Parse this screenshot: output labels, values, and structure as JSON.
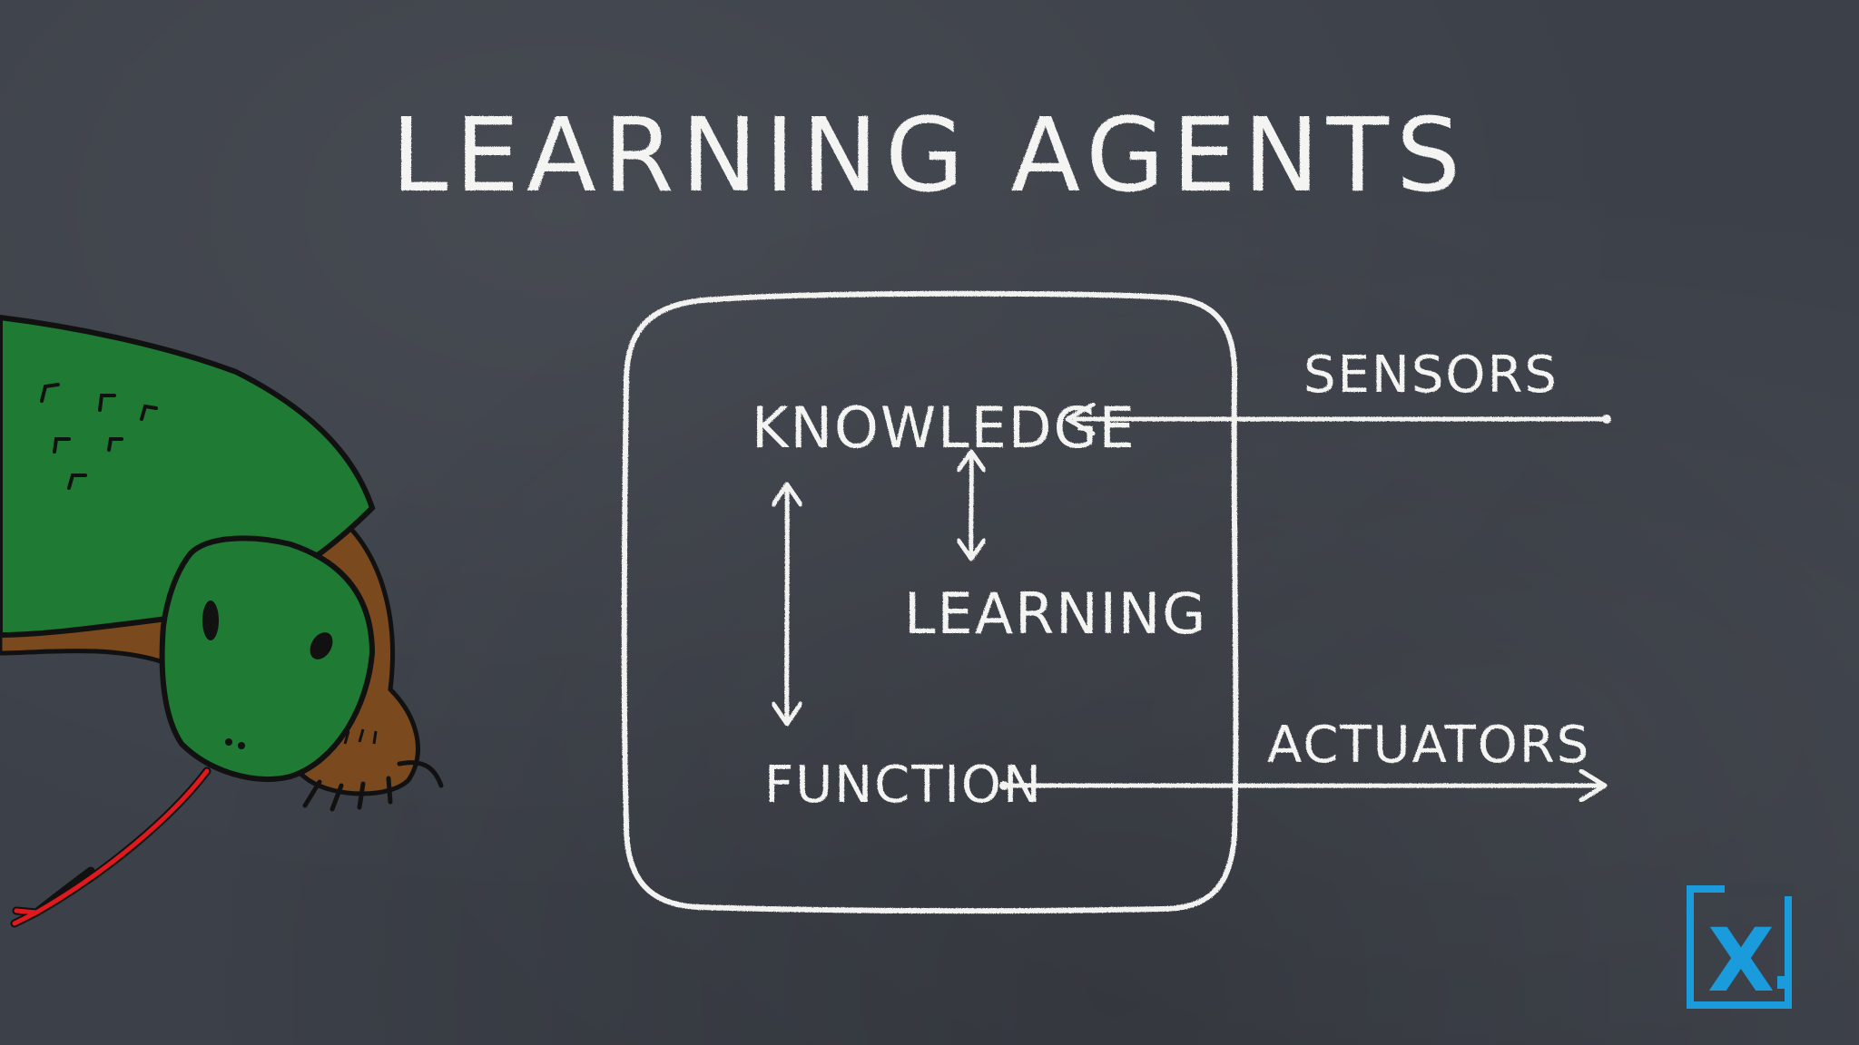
{
  "slide": {
    "title": "LEARNING AGENTS",
    "colors": {
      "background": "#3c4048",
      "chalk": "#f2f2f0",
      "lizard_green": "#1f7a34",
      "lizard_brown": "#7a4a1e",
      "tongue_red": "#e0191e",
      "logo_blue": "#1a9bdc"
    }
  },
  "diagram": {
    "nodes": {
      "knowledge": "KNOWLEDGE",
      "learning": "LEARNING",
      "function": "FUNCTION"
    },
    "external": {
      "sensors": "SENSORS",
      "actuators": "ACTUATORS"
    },
    "edges": [
      {
        "from": "sensors",
        "to": "knowledge",
        "type": "arrow"
      },
      {
        "from": "knowledge",
        "to": "learning",
        "type": "bidirectional"
      },
      {
        "from": "knowledge",
        "to": "function",
        "type": "bidirectional"
      },
      {
        "from": "function",
        "to": "actuators",
        "type": "arrow"
      }
    ]
  },
  "illustration": {
    "subject": "komodo-dragon-lizard"
  },
  "logo": {
    "glyph": "X"
  }
}
